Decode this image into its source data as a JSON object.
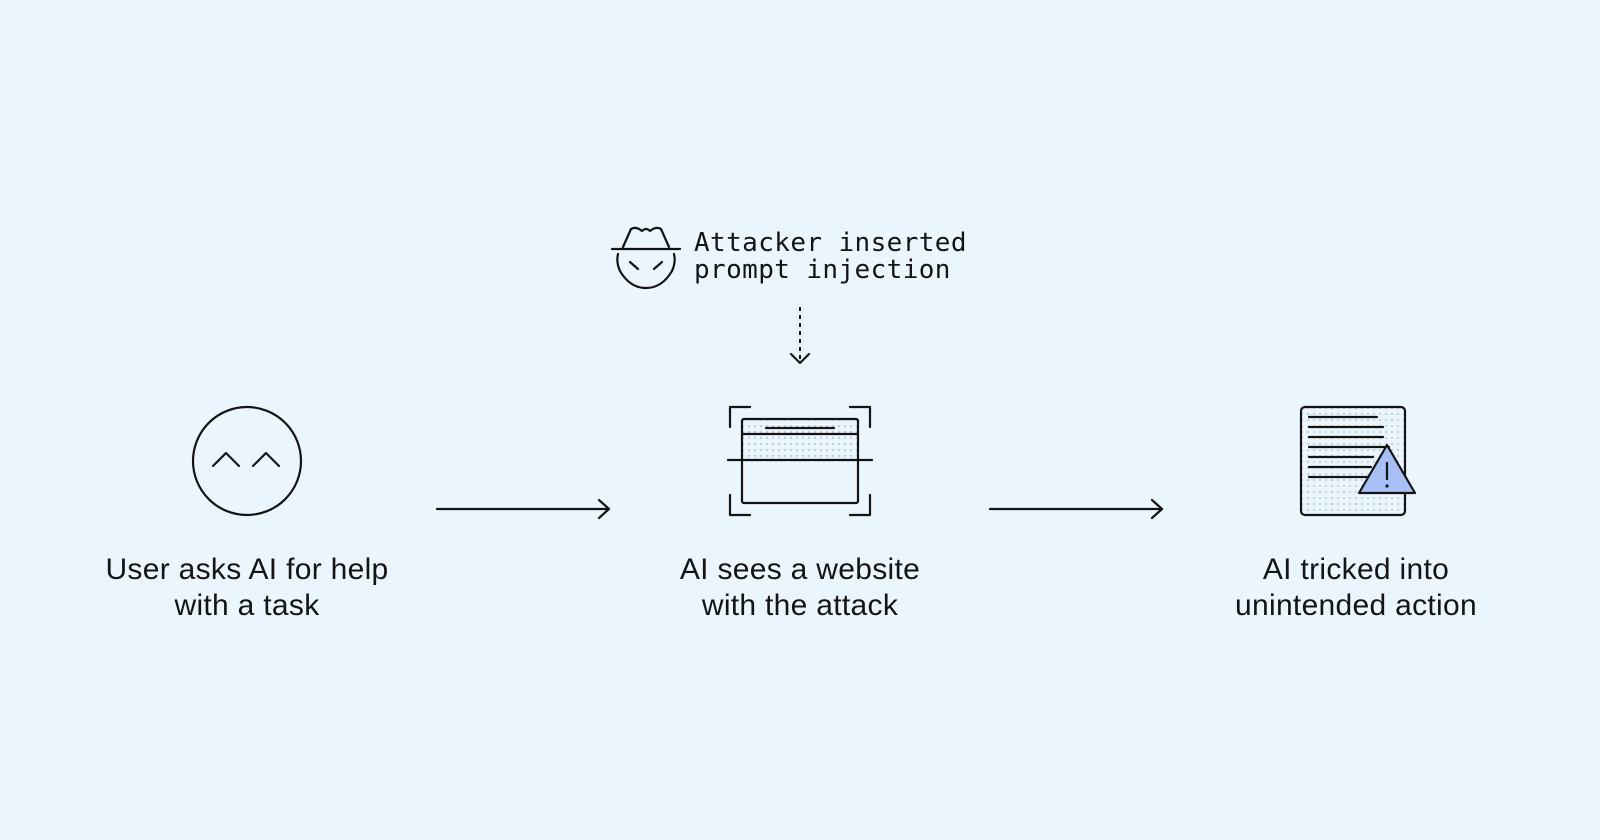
{
  "attacker": {
    "icon": "spy-hat-icon",
    "label_line1": "Attacker inserted",
    "label_line2": "prompt injection"
  },
  "steps": [
    {
      "icon": "smiling-face-icon",
      "caption_line1": "User asks AI for help",
      "caption_line2": "with a task"
    },
    {
      "icon": "website-frame-icon",
      "caption_line1": "AI sees a website",
      "caption_line2": "with the attack"
    },
    {
      "icon": "warning-document-icon",
      "caption_line1": "AI tricked into",
      "caption_line2": "unintended action"
    }
  ],
  "colors": {
    "background": "#EBF5FE",
    "ink": "#141413",
    "warning_fill": "#A7BFF5",
    "dot_fill": "#D4E6F7"
  }
}
